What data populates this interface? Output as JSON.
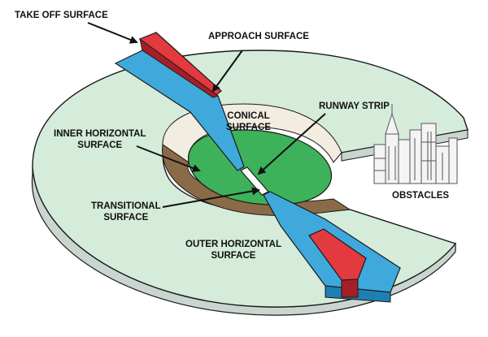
{
  "labels": {
    "take_off_surface": "TAKE OFF SURFACE",
    "approach_surface": "APPROACH SURFACE",
    "conical_surface": [
      "CONICAL",
      "SURFACE"
    ],
    "runway_strip": "RUNWAY STRIP",
    "inner_horizontal_surface": [
      "INNER HORIZONTAL",
      "SURFACE"
    ],
    "transitional_surface": [
      "TRANSITIONAL",
      "SURFACE"
    ],
    "obstacles": "OBSTACLES",
    "outer_horizontal_surface": [
      "OUTER HORIZONTAL",
      "SURFACE"
    ]
  },
  "colors": {
    "outer_surface": "#d4ecd9",
    "outer_side": "#c9d6cf",
    "conical_light": "#f2ece1",
    "conical_dark": "#8a6a47",
    "inner_surface": "#3db25a",
    "approach_blue": "#3fa9dc",
    "approach_blue_dark": "#1f7fb3",
    "takeoff_red": "#e23a3f",
    "takeoff_red_dark": "#a61f27",
    "outline": "#1a1a1a",
    "city": "#555555"
  },
  "icons": {
    "obstacles": "city-skyline-icon"
  }
}
